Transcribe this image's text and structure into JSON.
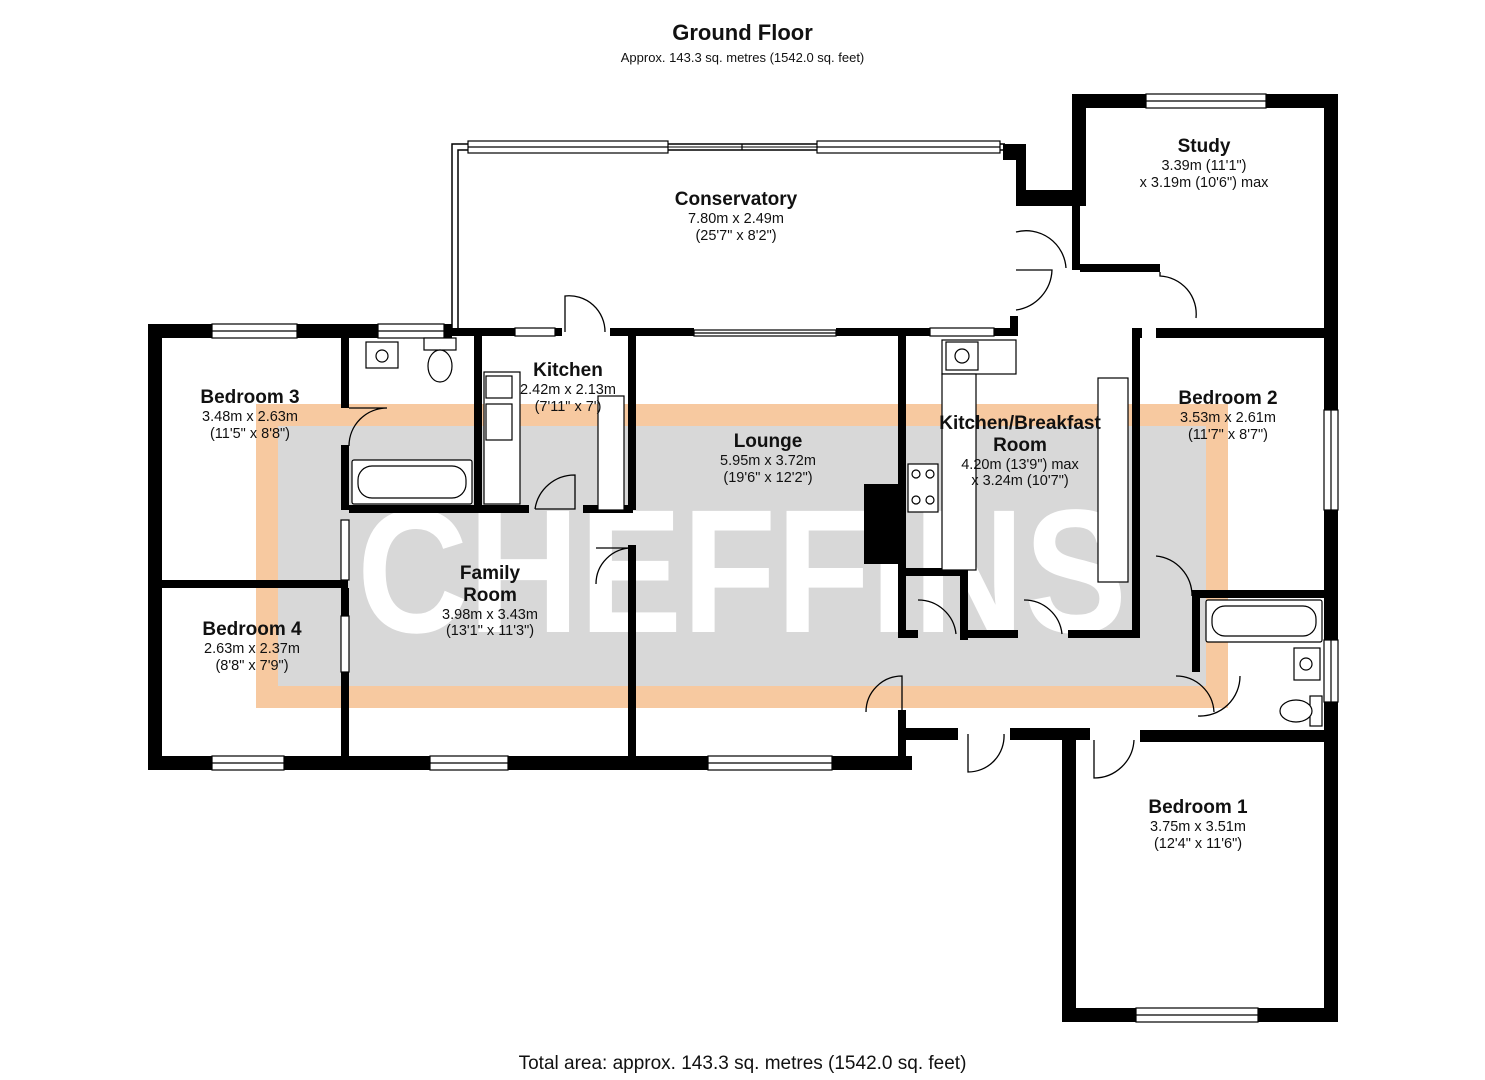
{
  "header": {
    "title": "Ground Floor",
    "subtitle": "Approx. 143.3 sq. metres (1542.0 sq. feet)"
  },
  "footer": {
    "total_area": "Total area: approx. 143.3 sq. metres (1542.0 sq. feet)"
  },
  "watermark": {
    "text": "CHEFFINS",
    "border_color": "#f7c9a0",
    "fill_color": "#d8d8d8"
  },
  "colors": {
    "wall": "#000000",
    "background": "#ffffff"
  },
  "rooms": [
    {
      "id": "study",
      "name": "Study",
      "dim1": "3.39m (11'1\")",
      "dim2": "x 3.19m (10'6\") max"
    },
    {
      "id": "conservatory",
      "name": "Conservatory",
      "dim1": "7.80m x 2.49m",
      "dim2": "(25'7\" x 8'2\")"
    },
    {
      "id": "kitchen",
      "name": "Kitchen",
      "dim1": "2.42m x 2.13m",
      "dim2": "(7'11\" x 7')"
    },
    {
      "id": "bedroom3",
      "name": "Bedroom 3",
      "dim1": "3.48m x 2.63m",
      "dim2": "(11'5\" x 8'8\")"
    },
    {
      "id": "lounge",
      "name": "Lounge",
      "dim1": "5.95m x 3.72m",
      "dim2": "(19'6\" x 12'2\")"
    },
    {
      "id": "kitchen-breakfast",
      "name": "Kitchen/Breakfast",
      "name2": "Room",
      "dim1": "4.20m (13'9\") max",
      "dim2": "x 3.24m (10'7\")"
    },
    {
      "id": "bedroom2",
      "name": "Bedroom 2",
      "dim1": "3.53m x 2.61m",
      "dim2": "(11'7\" x 8'7\")"
    },
    {
      "id": "family-room",
      "name": "Family",
      "name2": "Room",
      "dim1": "3.98m x 3.43m",
      "dim2": "(13'1\" x 11'3\")"
    },
    {
      "id": "bedroom4",
      "name": "Bedroom 4",
      "dim1": "2.63m x 2.37m",
      "dim2": "(8'8\" x 7'9\")"
    },
    {
      "id": "bedroom1",
      "name": "Bedroom 1",
      "dim1": "3.75m x 3.51m",
      "dim2": "(12'4\" x 11'6\")"
    }
  ]
}
